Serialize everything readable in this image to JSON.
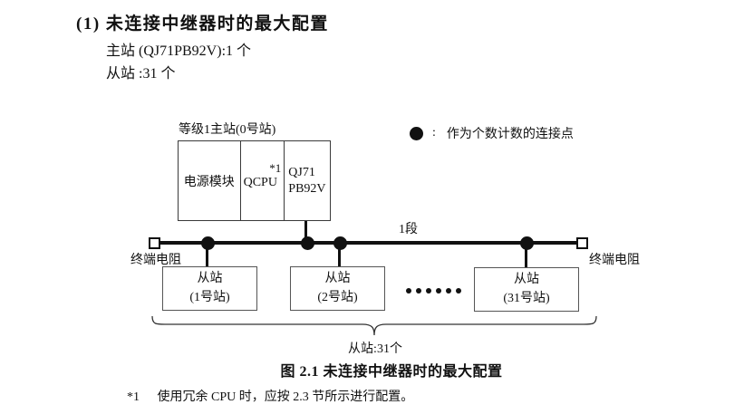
{
  "heading": {
    "title": "(1) 未连接中继器时的最大配置",
    "master_count_line": "主站 (QJ71PB92V):1 个",
    "slave_count_line": "从站 :31 个"
  },
  "legend": {
    "colon": ":",
    "text": "作为个数计数的连接点"
  },
  "diagram": {
    "master": {
      "label": "等级1主站(0号站)",
      "power_module": "电源模块",
      "cpu": "QCPU",
      "cpu_footnote_ref": "*1",
      "network_module_line1": "QJ71",
      "network_module_line2": "PB92V"
    },
    "bus": {
      "segment_label": "1段",
      "terminator_left": "终端电阻",
      "terminator_right": "终端电阻"
    },
    "slaves": [
      {
        "name": "从站",
        "station": "(1号站)"
      },
      {
        "name": "从站",
        "station": "(2号站)"
      },
      {
        "name": "从站",
        "station": "(31号站)"
      }
    ],
    "slaves_total_label": "从站:31个"
  },
  "caption": "图 2.1 未连接中继器时的最大配置",
  "footnote": {
    "marker": "*1",
    "text": "使用冗余 CPU 时，应按 2.3 节所示进行配置。"
  },
  "colors": {
    "ink": "#111111",
    "background": "#ffffff"
  }
}
